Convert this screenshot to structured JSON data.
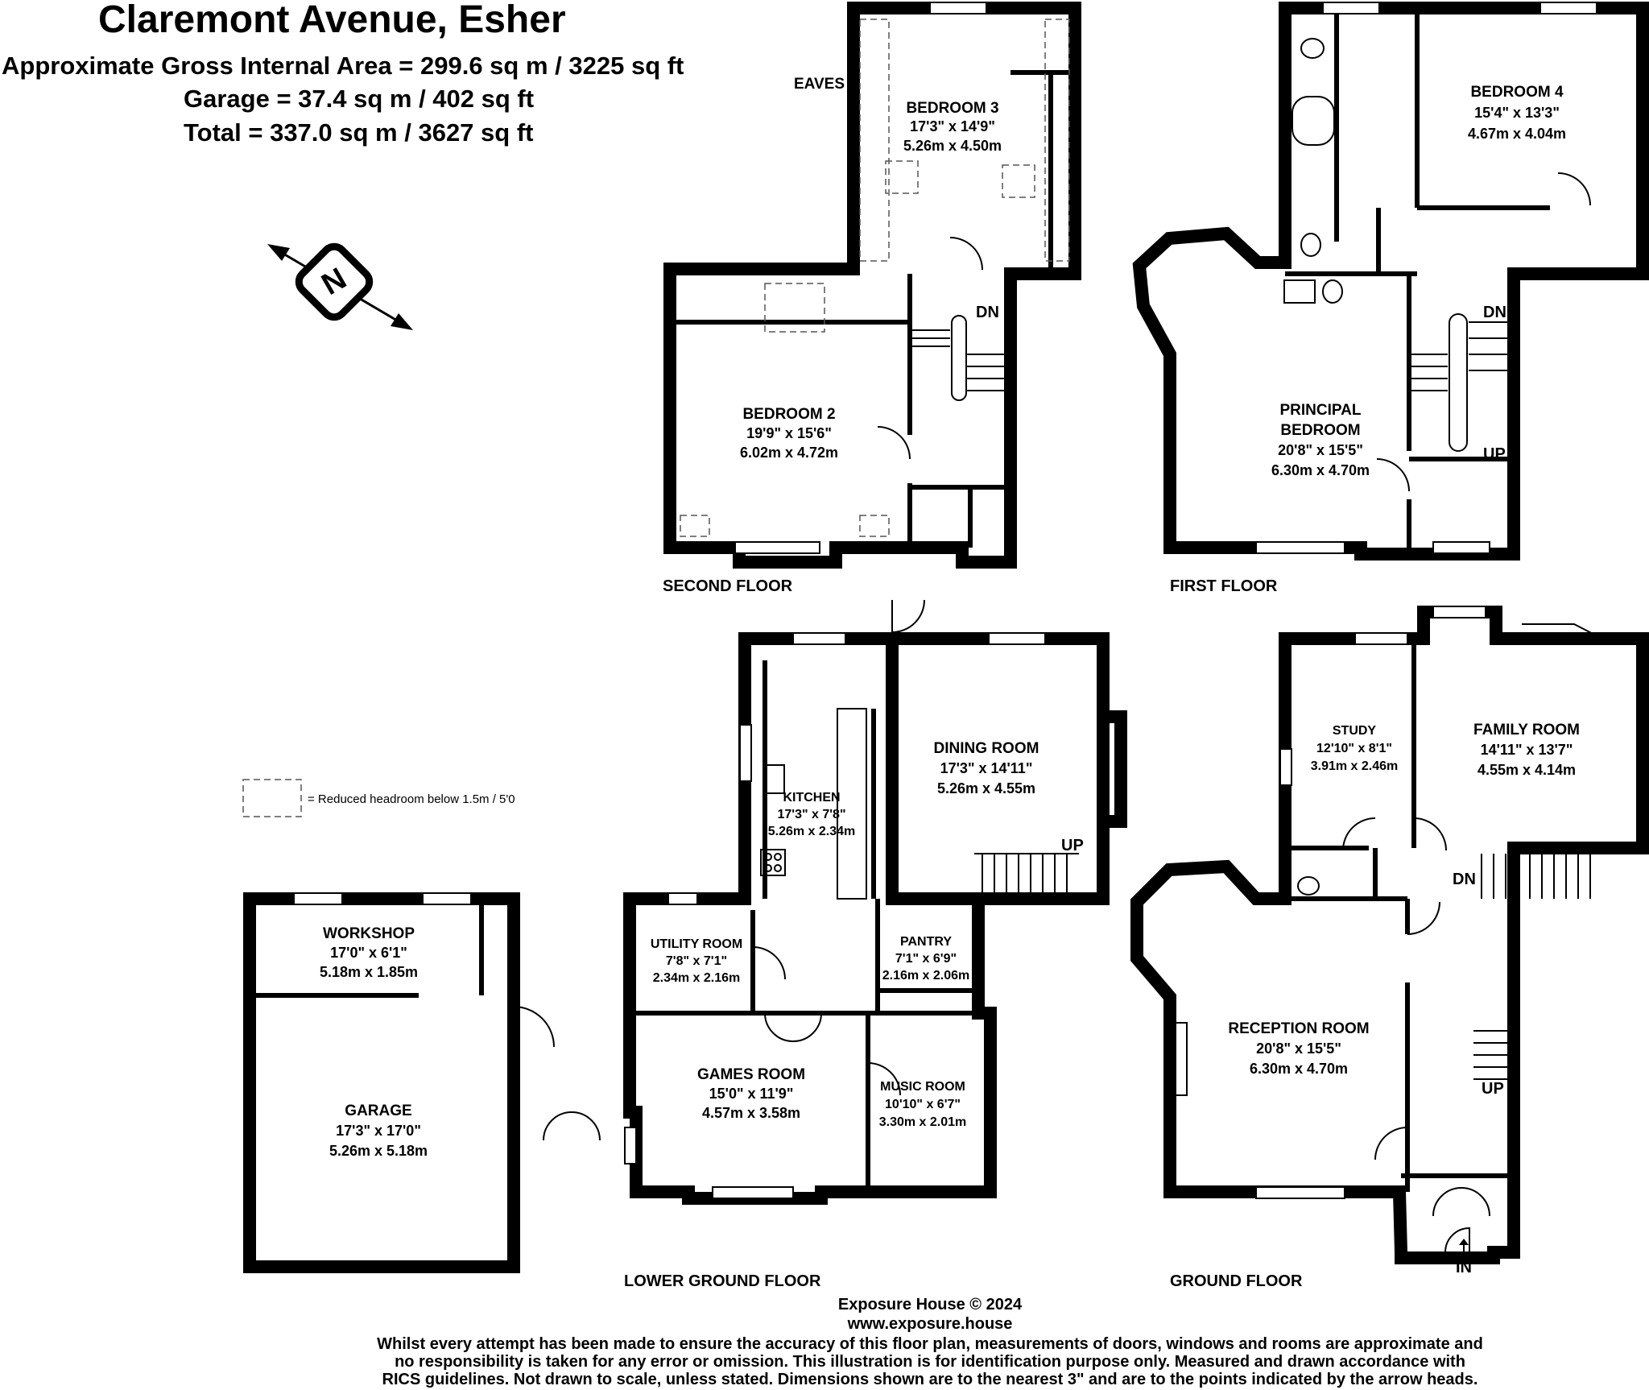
{
  "header": {
    "title": "Claremont Avenue, Esher",
    "gross_area": "Approximate Gross Internal Area = 299.6 sq m / 3225 sq ft",
    "garage_area": "Garage = 37.4 sq m / 402 sq ft",
    "total_area": "Total = 337.0 sq m / 3627 sq ft"
  },
  "compass": {
    "icon": "north-arrow-icon",
    "letter": "N"
  },
  "legend": {
    "text": "= Reduced headroom below 1.5m / 5'0"
  },
  "second_floor": {
    "label": "SECOND FLOOR",
    "eaves": "EAVES",
    "stair": "DN",
    "bedroom3": {
      "name": "BEDROOM 3",
      "imperial": "17'3\" x 14'9\"",
      "metric": "5.26m x 4.50m"
    },
    "bedroom2": {
      "name": "BEDROOM 2",
      "imperial": "19'9\" x 15'6\"",
      "metric": "6.02m x 4.72m"
    }
  },
  "first_floor": {
    "label": "FIRST FLOOR",
    "stair_down": "DN",
    "stair_up": "UP",
    "bedroom4": {
      "name": "BEDROOM 4",
      "imperial": "15'4\" x 13'3\"",
      "metric": "4.67m x 4.04m"
    },
    "principal": {
      "name1": "PRINCIPAL",
      "name2": "BEDROOM",
      "imperial": "20'8\" x 15'5\"",
      "metric": "6.30m x 4.70m"
    }
  },
  "lower_ground_floor": {
    "label": "LOWER GROUND FLOOR",
    "stair_up": "UP",
    "workshop": {
      "name": "WORKSHOP",
      "imperial": "17'0\" x 6'1\"",
      "metric": "5.18m x 1.85m"
    },
    "garage": {
      "name": "GARAGE",
      "imperial": "17'3\" x 17'0\"",
      "metric": "5.26m x 5.18m"
    },
    "kitchen": {
      "name": "KITCHEN",
      "imperial": "17'3\" x 7'8\"",
      "metric": "5.26m x 2.34m"
    },
    "dining": {
      "name": "DINING ROOM",
      "imperial": "17'3\" x 14'11\"",
      "metric": "5.26m x 4.55m"
    },
    "utility": {
      "name": "UTILITY ROOM",
      "imperial": "7'8\" x 7'1\"",
      "metric": "2.34m x 2.16m"
    },
    "pantry": {
      "name": "PANTRY",
      "imperial": "7'1\" x 6'9\"",
      "metric": "2.16m x 2.06m"
    },
    "games": {
      "name": "GAMES ROOM",
      "imperial": "15'0\" x 11'9\"",
      "metric": "4.57m x 3.58m"
    },
    "music": {
      "name": "MUSIC ROOM",
      "imperial": "10'10\" x 6'7\"",
      "metric": "3.30m x 2.01m"
    }
  },
  "ground_floor": {
    "label": "GROUND FLOOR",
    "stair_down": "DN",
    "stair_up": "UP",
    "entrance": "IN",
    "study": {
      "name": "STUDY",
      "imperial": "12'10\" x 8'1\"",
      "metric": "3.91m x 2.46m"
    },
    "family": {
      "name": "FAMILY ROOM",
      "imperial": "14'11\" x 13'7\"",
      "metric": "4.55m x 4.14m"
    },
    "reception": {
      "name": "RECEPTION ROOM",
      "imperial": "20'8\" x 15'5\"",
      "metric": "6.30m x 4.70m"
    }
  },
  "footer": {
    "copyright": "Exposure House © 2024",
    "website": "www.exposure.house",
    "disclaimer1": "Whilst every attempt has been made to ensure the accuracy of this floor plan, measurements of doors, windows and rooms are approximate and",
    "disclaimer2": "no responsibility is taken for any error or omission. This illustration is for identification purpose only. Measured and drawn accordance with",
    "disclaimer3": "RICS guidelines. Not drawn to scale, unless stated. Dimensions shown are to the nearest 3\" and are to the points indicated by the arrow heads."
  }
}
